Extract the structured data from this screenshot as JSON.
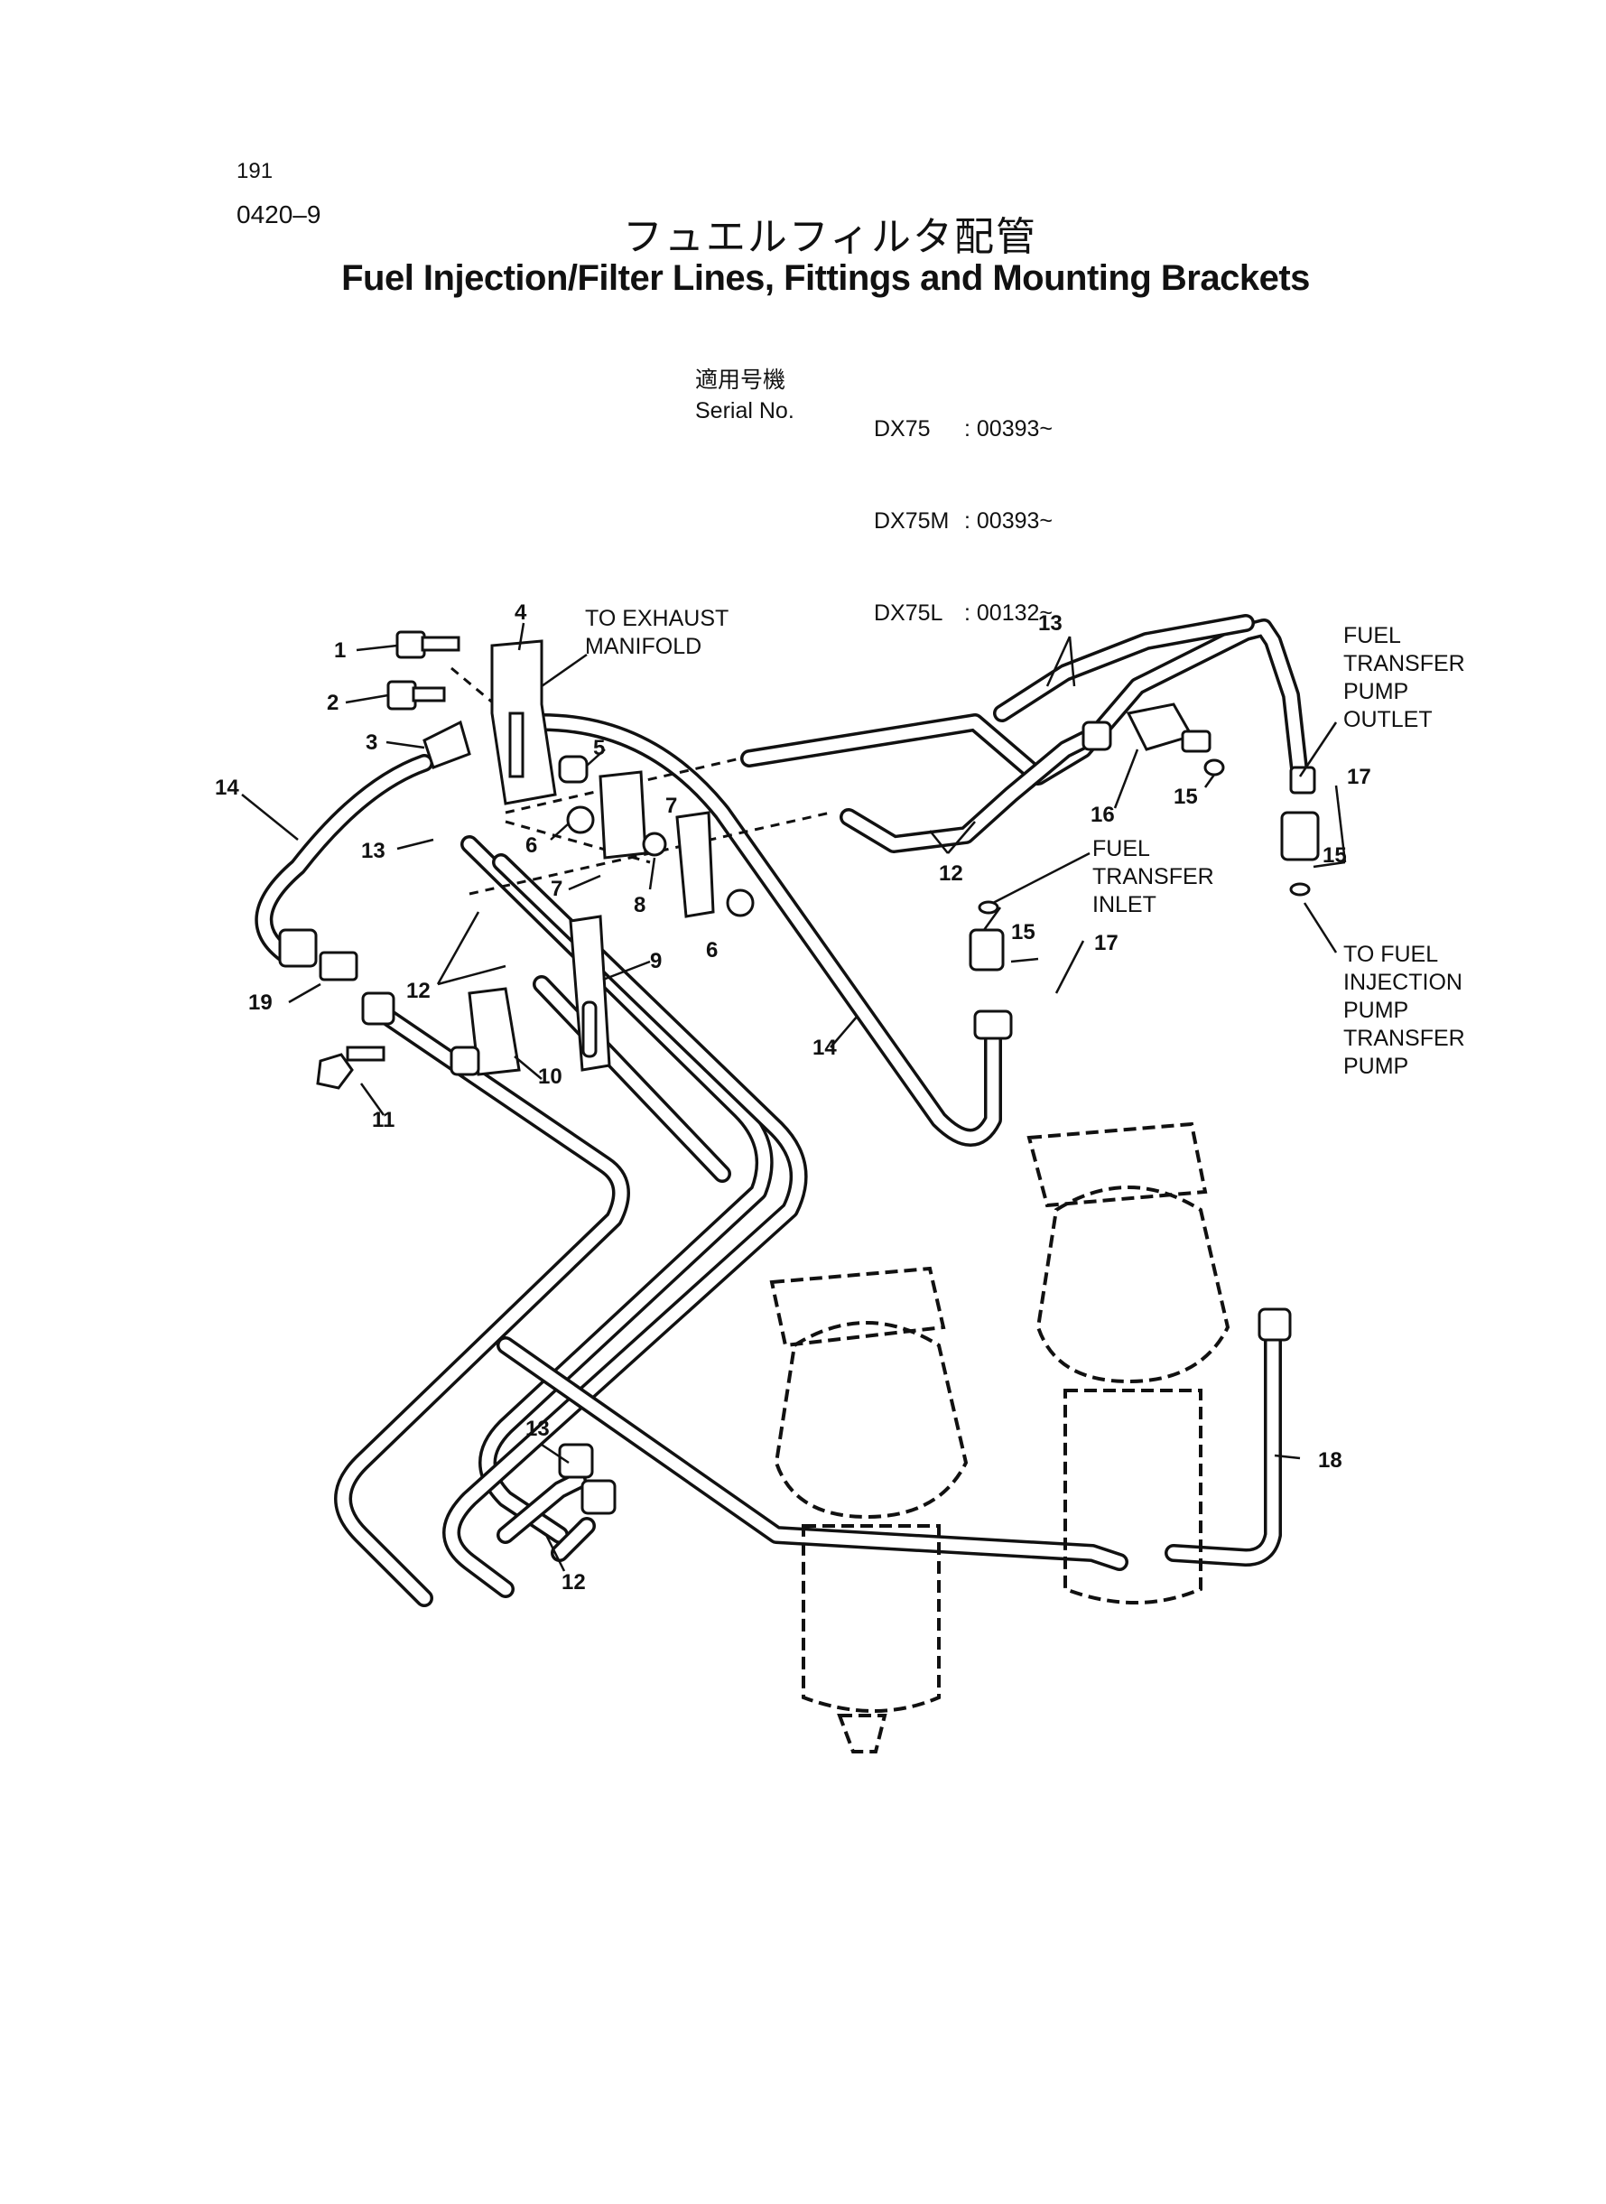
{
  "header": {
    "page_number": "191",
    "section_code": "0420–9",
    "title_ja": "フュエルフィルタ配管",
    "title_en": "Fuel Injection/Filter Lines, Fittings and Mounting Brackets"
  },
  "serial": {
    "label_ja": "適用号機",
    "label_en": "Serial No.",
    "rows": [
      {
        "model": "DX75",
        "number": ": 00393~"
      },
      {
        "model": "DX75M",
        "number": ": 00393~"
      },
      {
        "model": "DX75L",
        "number": ": 00132~"
      }
    ]
  },
  "annotations": {
    "to_exhaust_1": "TO EXHAUST",
    "to_exhaust_2": "MANIFOLD",
    "fuel_pump_outlet_1": "FUEL",
    "fuel_pump_outlet_2": "TRANSFER",
    "fuel_pump_outlet_3": "PUMP",
    "fuel_pump_outlet_4": "OUTLET",
    "fuel_transfer_inlet_1": "FUEL",
    "fuel_transfer_inlet_2": "TRANSFER",
    "fuel_transfer_inlet_3": "INLET",
    "to_fuel_injection_1": "TO FUEL",
    "to_fuel_injection_2": "INJECTION",
    "to_fuel_injection_3": "PUMP",
    "to_fuel_injection_4": "TRANSFER",
    "to_fuel_injection_5": "PUMP"
  },
  "callouts": {
    "c1": "1",
    "c2": "2",
    "c3": "3",
    "c4": "4",
    "c5": "5",
    "c6a": "6",
    "c6b": "6",
    "c7a": "7",
    "c7b": "7",
    "c8": "8",
    "c9": "9",
    "c10": "10",
    "c11": "11",
    "c12a": "12",
    "c12b": "12",
    "c12c": "12",
    "c13a": "13",
    "c13b": "13",
    "c13c": "13",
    "c14a": "14",
    "c14b": "14",
    "c15a": "15",
    "c15b": "15",
    "c15c": "15",
    "c16": "16",
    "c17a": "17",
    "c17b": "17",
    "c18": "18",
    "c19": "19"
  }
}
